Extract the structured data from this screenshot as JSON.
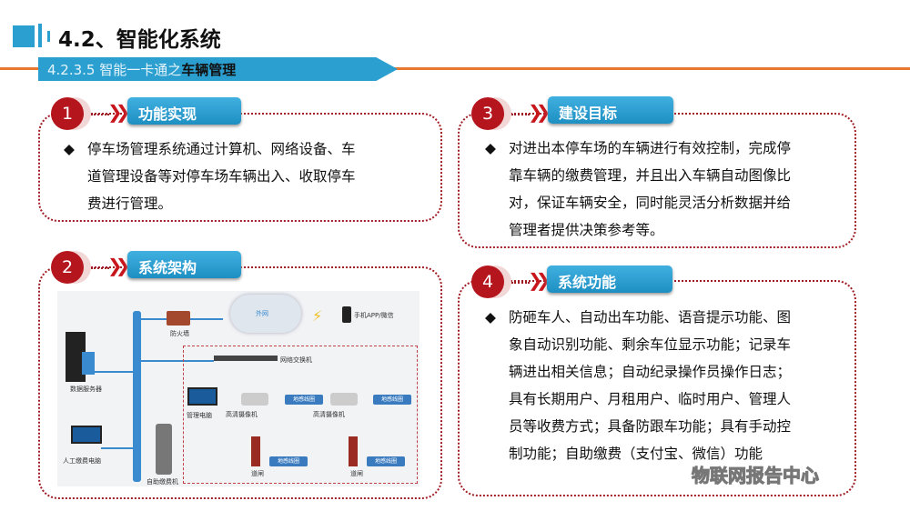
{
  "header": {
    "title": "4.2、智能化系统",
    "subtitle_prefix": "4.2.3.5 智能一卡通之",
    "subtitle_bold": "车辆管理"
  },
  "sections": [
    {
      "number": "1",
      "title": "功能实现",
      "lines": [
        "停车场管理系统通过计算机、网络设备、车",
        "道管理设备等对停车场车辆出入、收取停车",
        "费进行管理。"
      ]
    },
    {
      "number": "2",
      "title": "系统架构"
    },
    {
      "number": "3",
      "title": "建设目标",
      "lines": [
        "对进出本停车场的车辆进行有效控制，完成停",
        "靠车辆的缴费管理，并且出入车辆自动图像比",
        "对，保证车辆安全，同时能灵活分析数据并给",
        "管理者提供决策参考等。"
      ]
    },
    {
      "number": "4",
      "title": "系统功能",
      "lines": [
        "防砸车人、自动出车功能、语音提示功能、图",
        "象自动识别功能、剩余车位显示功能；记录车",
        "辆进出相关信息；自动纪录操作员操作日志；",
        "具有长期用户、月租用户、临时用户、管理人",
        "员等收费方式；具备防跟车功能；具有手动控",
        "制功能；自助缴费（支付宝、微信）功能"
      ]
    }
  ],
  "diagram": {
    "firewall": "防火墙",
    "internet": "外网",
    "mobile": "手机APP/微信",
    "switch": "网络交换机",
    "server": "数据服务器",
    "admin_pc": "管理电脑",
    "camera1": "高清摄像机",
    "camera2": "高清摄像机",
    "coil": "地感线圈",
    "manual_pc": "人工缴费电脑",
    "kiosk": "自助缴费机",
    "gate1": "道闸",
    "gate2": "道闸"
  },
  "watermark": "物联网报告中心",
  "colors": {
    "accent": "#2a9fd0",
    "orange": "#e8782f",
    "red": "#b5151c"
  }
}
